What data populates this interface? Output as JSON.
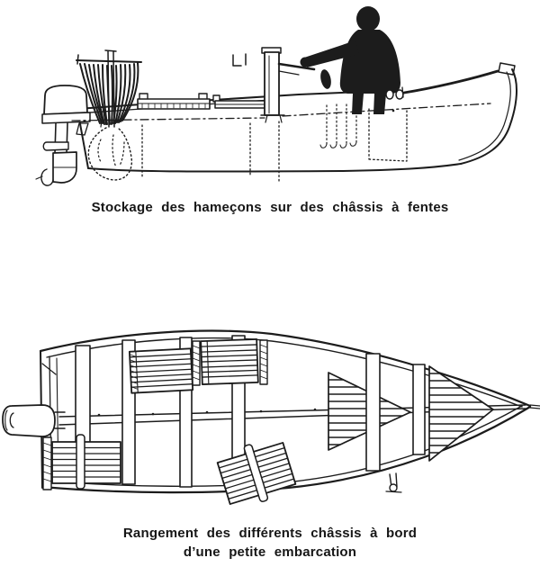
{
  "page": {
    "background_color": "#ffffff",
    "ink_color": "#1c1c1c"
  },
  "figure1": {
    "caption": "Stockage des hameçons sur des châssis à fentes"
  },
  "figure2": {
    "caption_line1": "Rangement des différents châssis à bord",
    "caption_line2": "d’une petite embarcation"
  }
}
